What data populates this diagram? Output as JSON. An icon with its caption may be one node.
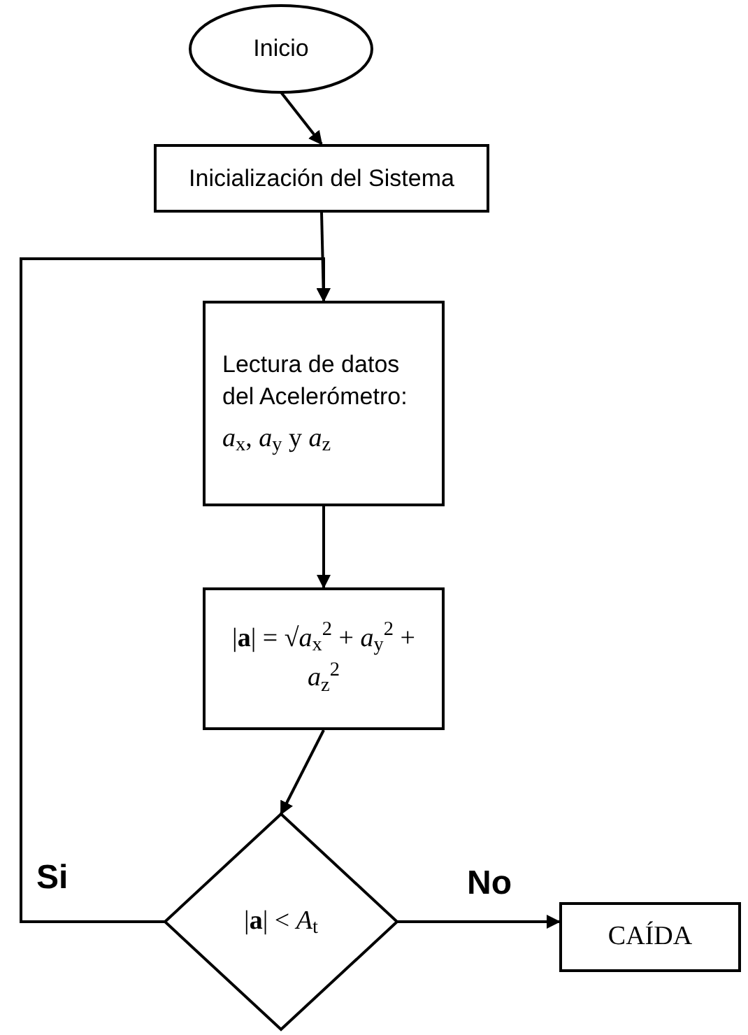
{
  "diagram": {
    "nodes": [
      {
        "text": [
          "Inicio"
        ]
      },
      {
        "text": [
          "Inicialización del Sistema"
        ]
      },
      {
        "text": [
          "Lectura de datos del Acelerómetro:",
          "*a*$_{x}$, *a*$_{y}$ y *a*$_{z}$"
        ]
      },
      {
        "text": [
          "|**a**| = √*a*$_{x}$$^{2}$ + *a*$_{y}$$^{2}$ + *a*$_{z}$$^{2}$"
        ]
      },
      {
        "text": [
          "|**a**| < *A*$_{t}$"
        ]
      },
      {
        "text": [
          "CAÍDA"
        ]
      }
    ],
    "edges": [
      {
        "from": 0,
        "to": 1,
        "arrow": "to"
      },
      {
        "from": 1,
        "to": 2,
        "arrow": "to"
      },
      {
        "from": 2,
        "to": 3,
        "arrow": "to"
      },
      {
        "from": 3,
        "to": 4,
        "arrow": "to"
      },
      {
        "from": 4,
        "to": 5,
        "arrow": "to",
        "label": "No"
      },
      {
        "from": 4,
        "to": 2,
        "arrow": "to",
        "label": "Si"
      }
    ]
  }
}
